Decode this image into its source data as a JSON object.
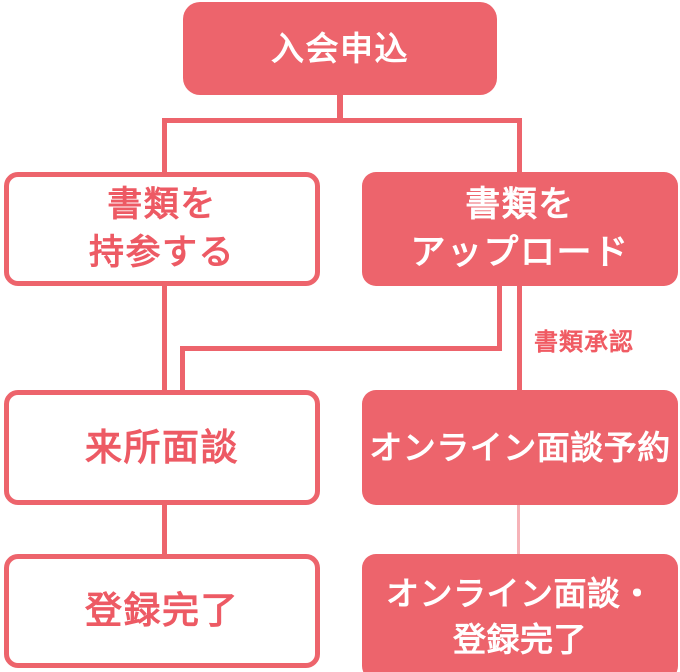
{
  "palette": {
    "red": "#ED646C",
    "red_text": "#ED5A64",
    "white": "#FFFFFF",
    "faint_line": "#F6B3B8"
  },
  "nodes": {
    "apply": {
      "label": "入会申込"
    },
    "bring": {
      "lines": [
        "書類を",
        "持参する"
      ]
    },
    "upload": {
      "lines": [
        "書類を",
        "アップロード"
      ]
    },
    "visit_interview": {
      "label": "来所面談"
    },
    "online_reserve": {
      "label": "オンライン面談予約"
    },
    "registered": {
      "label": "登録完了"
    },
    "online_registered": {
      "lines": [
        "オンライン面談・",
        "登録完了"
      ]
    }
  },
  "annotations": {
    "document_approval": "書類承認"
  }
}
